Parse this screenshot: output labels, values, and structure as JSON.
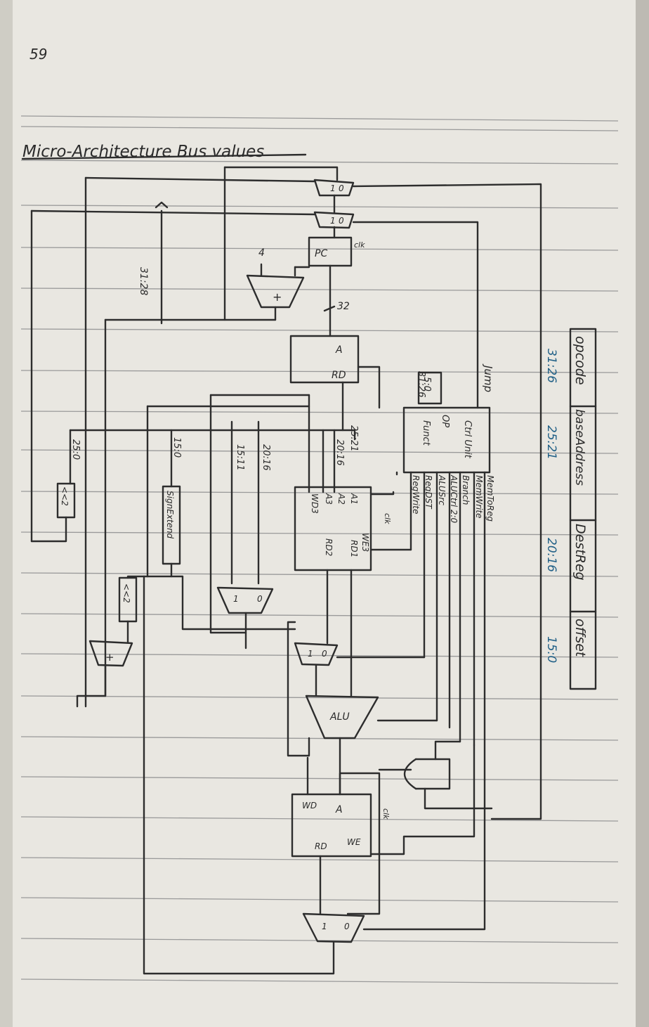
{
  "page_number": "59",
  "title": "Micro-Architecture Bus values",
  "labels": {
    "clk_pc": "clk",
    "pc": "PC",
    "four": "4",
    "plus": "+",
    "bus_32": "32",
    "bits_31_28": "31:28",
    "imem_a": "A",
    "imem_rd": "RD",
    "bits_31_26": "31:26",
    "bits_5_0": "5:0",
    "jump": "Jump",
    "ctrl_unit": "Ctrl Unit",
    "op": "OP",
    "funct": "Funct",
    "bits_25_0": "25:0",
    "shl2": "<<2",
    "bits_15_0": "15:0",
    "sign_extend": "SignExtend",
    "bits_15_11": "15:11",
    "bits_20_16_a": "20:16",
    "bits_20_16_b": "20:16",
    "bits_25_21": "25:21",
    "rf_a1": "A1",
    "rf_a2": "A2",
    "rf_a3": "A3",
    "rf_wd3": "WD3",
    "rf_clk": "clk",
    "rf_we3": "WE3",
    "rf_rd1": "RD1",
    "rf_rd2": "RD2",
    "alu": "ALU",
    "dm_clk": "clk",
    "dm_a": "A",
    "dm_wd": "WD",
    "dm_we": "WE",
    "dm_rd": "RD",
    "mux_0": "0",
    "mux_1": "1",
    "shl2_b": "<<2"
  },
  "control_signals": [
    "MemToReg",
    "MemWrite",
    "Branch",
    "ALUCtrl 2:0",
    "ALUSrc",
    "RegDST",
    "RegWrite"
  ],
  "instruction_format": {
    "fields": [
      "opcode",
      "baseAddress",
      "DestReg",
      "offset"
    ],
    "bits": [
      "31:26",
      "25:21",
      "20:16",
      "15:0"
    ]
  },
  "colors": {
    "ink": "#2d2d2d",
    "blue_ink": "#1f5f86",
    "paper": "#e9e7e1"
  }
}
